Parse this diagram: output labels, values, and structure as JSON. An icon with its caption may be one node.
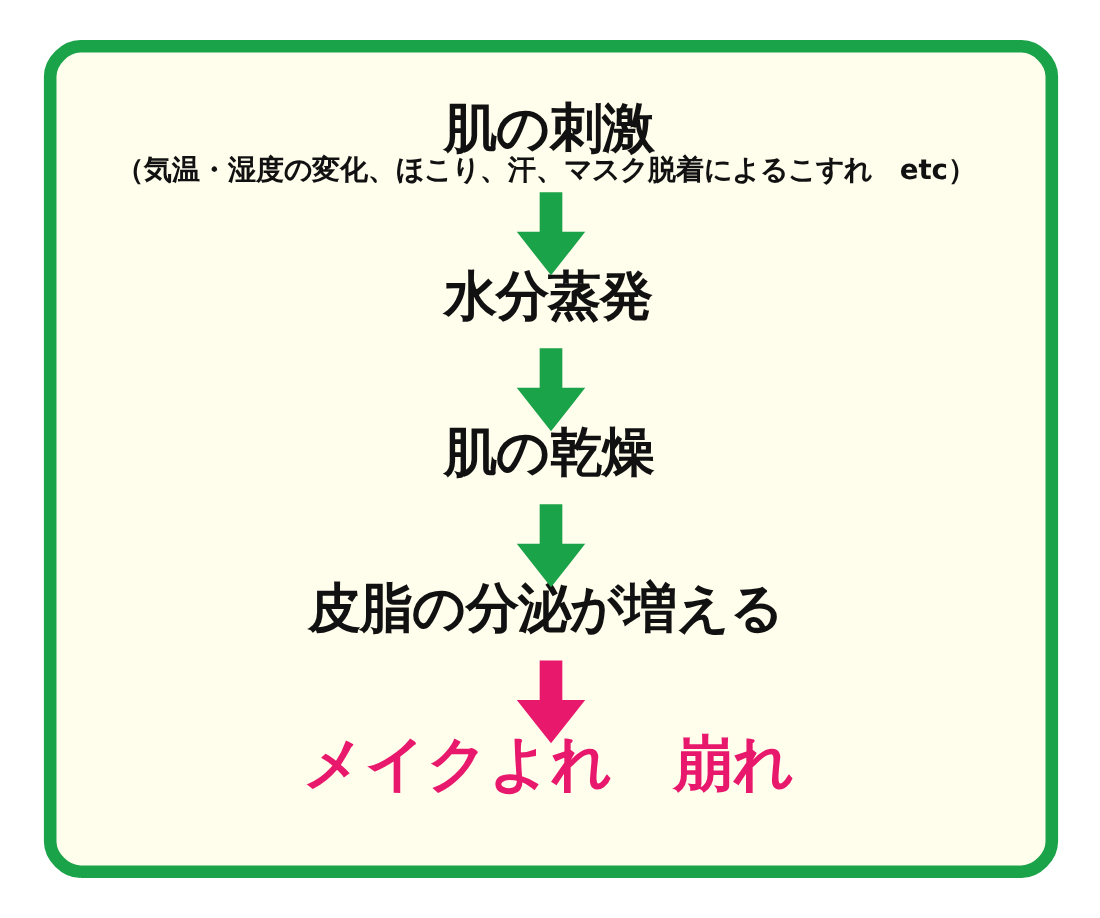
{
  "diagram": {
    "nodes": [
      {
        "text": [],
        "shape": "box"
      },
      {
        "text": [
          "肌の刺激",
          "（気温・湿度の変化、ほこり、汗、マスク脱着によるこすれ　etc）"
        ],
        "in": 0
      },
      {
        "text": [
          "水分蒸発"
        ],
        "in": 0
      },
      {
        "text": [
          "肌の乾燥"
        ],
        "in": 0
      },
      {
        "text": [
          "皮脂の分泌が増える"
        ],
        "in": 0
      },
      {
        "text": [
          "メイクよれ　崩れ"
        ],
        "in": 0
      }
    ],
    "edges": [
      {
        "from": 1,
        "to": 2,
        "arrow": "to"
      },
      {
        "from": 2,
        "to": 3,
        "arrow": "to"
      },
      {
        "from": 3,
        "to": 4,
        "arrow": "to"
      },
      {
        "from": 4,
        "to": 5,
        "arrow": "to",
        "color": "#e8196c"
      }
    ]
  }
}
